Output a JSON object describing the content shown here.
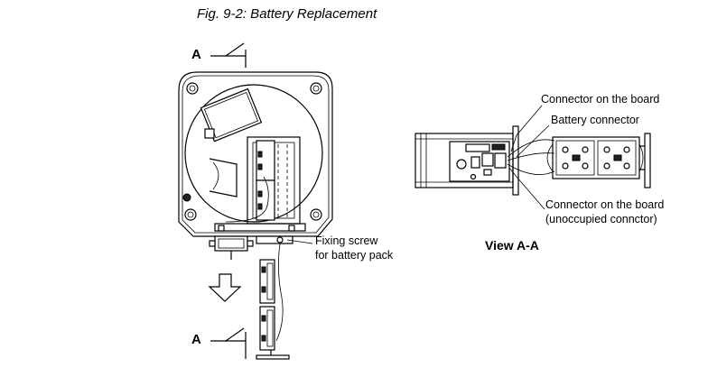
{
  "figure": {
    "caption": "Fig. 9-2: Battery Replacement"
  },
  "section_markers": {
    "top": "A",
    "bottom": "A"
  },
  "annotations": {
    "fixing_screw_line1": "Fixing screw",
    "fixing_screw_line2": "for battery pack",
    "connector_board": "Connector on the board",
    "battery_connector": "Battery connector",
    "connector_board_2": "Connector on the board",
    "unoccupied": "(unoccupied connctor)"
  },
  "view_label": "View A-A"
}
